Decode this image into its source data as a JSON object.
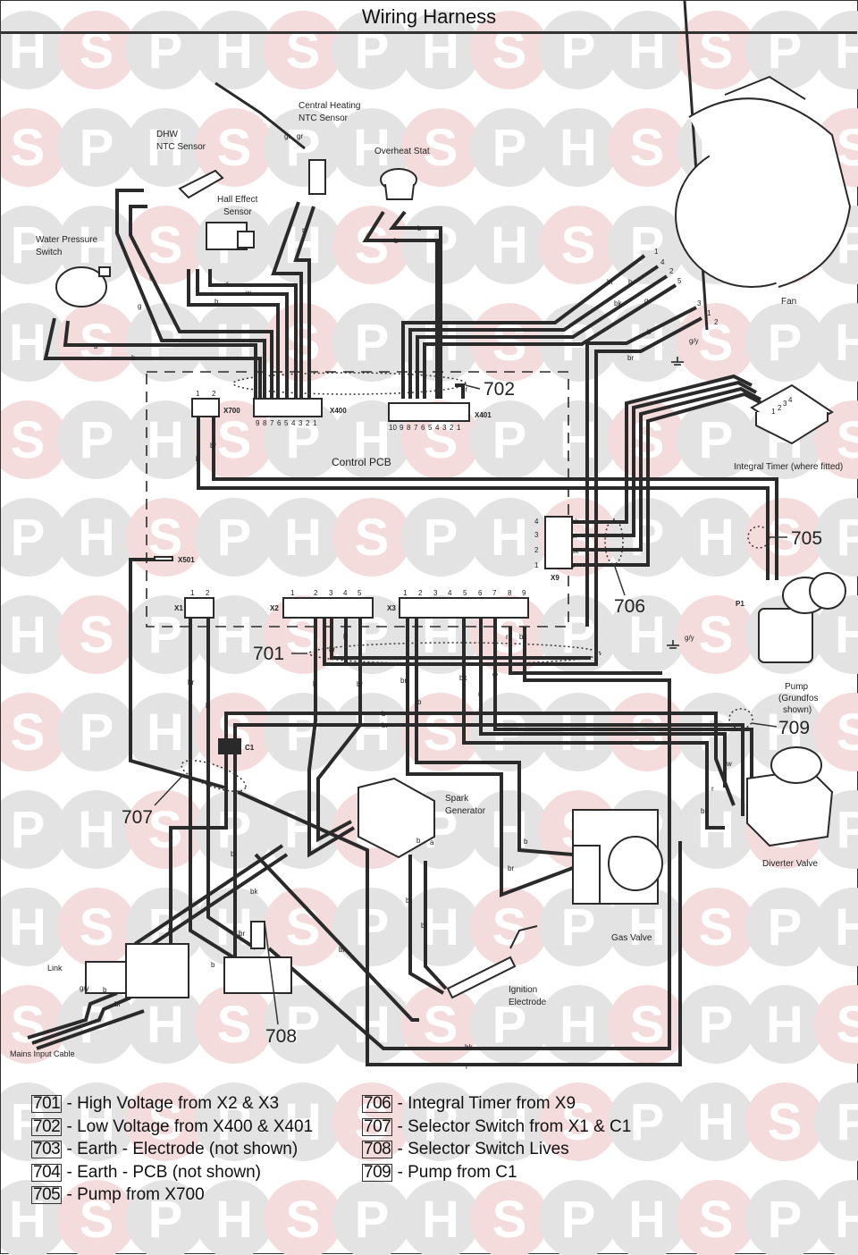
{
  "title": "Wiring Harness",
  "watermark": {
    "letters": [
      "H",
      "S",
      "P"
    ],
    "colors": {
      "grey": "#e3e3e3",
      "pink": "#f4dcdc"
    }
  },
  "components": {
    "central_heating_ntc": [
      "Central Heating",
      "NTC Sensor"
    ],
    "dhw_ntc": [
      "DHW",
      "NTC Sensor"
    ],
    "overheat_stat": "Overheat Stat",
    "hall_effect": [
      "Hall Effect",
      "Sensor"
    ],
    "water_pressure": [
      "Water Pressure",
      "Switch"
    ],
    "fan": "Fan",
    "control_pcb": "Control PCB",
    "integral_timer": "Integral Timer (where fitted)",
    "pump": [
      "Pump",
      "(Grundfos",
      "shown)"
    ],
    "spark_generator": [
      "Spark",
      "Generator"
    ],
    "gas_valve": "Gas Valve",
    "diverter_valve": "Diverter Valve",
    "ignition_electrode": [
      "Ignition",
      "Electrode"
    ],
    "link": "Link",
    "mains_input": "Mains Input Cable"
  },
  "connectors": {
    "x700": {
      "name": "X700",
      "pins": [
        "1",
        "2"
      ]
    },
    "x400": {
      "name": "X400",
      "pins": [
        "9",
        "8",
        "7",
        "6",
        "5",
        "4",
        "3",
        "2",
        "1"
      ]
    },
    "x401": {
      "name": "X401",
      "pins": [
        "10",
        "9",
        "8",
        "7",
        "6",
        "5",
        "4",
        "3",
        "2",
        "1"
      ]
    },
    "x501": {
      "name": "X501"
    },
    "x1": {
      "name": "X1",
      "pins": [
        "1",
        "2"
      ]
    },
    "x2": {
      "name": "X2",
      "pins": [
        "1",
        "2",
        "3",
        "4",
        "5"
      ]
    },
    "x3": {
      "name": "X3",
      "pins": [
        "1",
        "2",
        "3",
        "4",
        "5",
        "6",
        "7",
        "8",
        "9"
      ]
    },
    "x9": {
      "name": "X9",
      "pins": [
        "1",
        "2",
        "3",
        "4"
      ],
      "wires": [
        "b",
        "bk",
        "br",
        "bk"
      ]
    },
    "c1": {
      "name": "C1"
    },
    "p1": {
      "name": "P1"
    }
  },
  "wire_codes": {
    "ch_ntc": [
      "gr",
      "gr"
    ],
    "hall": [
      "r",
      "w",
      "b"
    ],
    "dhw": [
      "g",
      "g"
    ],
    "wps": [
      "b",
      "b"
    ],
    "ohs": [
      "b",
      "b"
    ],
    "ch_r": [
      "r",
      "r"
    ],
    "fan": [
      {
        "code": "br",
        "pin": "1"
      },
      {
        "code": "b",
        "pin": "4"
      },
      {
        "code": "bk",
        "pin": "2"
      },
      {
        "code": "g",
        "pin": "5"
      }
    ],
    "pump_head": [
      {
        "code": "b",
        "pin": "3"
      },
      {
        "code": "br",
        "pin": "1"
      },
      {
        "code": "g/y",
        "pin": "2"
      }
    ],
    "x700": [
      "b",
      "br"
    ],
    "x401_extra": "br",
    "harness_701": [
      "b",
      "br",
      "r",
      "bk"
    ],
    "x2_x3_down": [
      "b",
      "br",
      "br",
      "b",
      "bk",
      "r",
      "w"
    ],
    "pump_feed": [
      "b",
      "br"
    ],
    "x1": [
      "br",
      "b"
    ],
    "c1": [
      "br"
    ],
    "selector": [
      "bk",
      "br",
      "b",
      "b"
    ],
    "mains": [
      "g/y",
      "b",
      "br"
    ],
    "spark": [
      "b",
      "a"
    ],
    "ign": [
      "br",
      "br"
    ],
    "gas": [
      "b",
      "br"
    ],
    "diverter": [
      "w",
      "r",
      "bk"
    ],
    "bottom": [
      "bk",
      "r",
      "bk"
    ],
    "timer_pins": [
      "1",
      "2",
      "3",
      "4"
    ],
    "pump_earth": "g/y"
  },
  "callouts": [
    "701",
    "702",
    "705",
    "706",
    "707",
    "708",
    "709"
  ],
  "legend": [
    {
      "code": "701",
      "text": " - High Voltage from X2 & X3"
    },
    {
      "code": "702",
      "text": " - Low Voltage from X400 & X401"
    },
    {
      "code": "703",
      "text": " - Earth - Electrode (not shown)"
    },
    {
      "code": "704",
      "text": " - Earth - PCB (not shown)"
    },
    {
      "code": "705",
      "text": " - Pump from X700"
    },
    {
      "code": "706",
      "text": " - Integral Timer from X9"
    },
    {
      "code": "707",
      "text": " - Selector Switch from X1 & C1"
    },
    {
      "code": "708",
      "text": " - Selector Switch Lives"
    },
    {
      "code": "709",
      "text": " - Pump from C1"
    }
  ]
}
